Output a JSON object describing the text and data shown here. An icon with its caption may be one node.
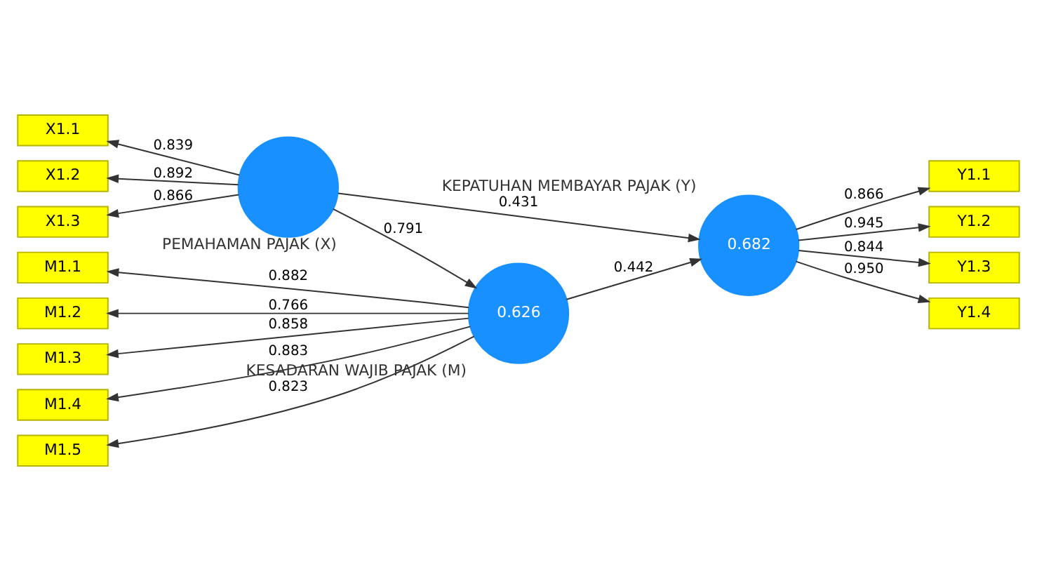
{
  "diagram": {
    "nodes": [
      {
        "text": [
          "X1.1"
        ]
      },
      {
        "text": [
          "X1.2"
        ]
      },
      {
        "text": [
          "X1.3"
        ]
      },
      {
        "text": [],
        "shape": "circle",
        "beside": [
          "PEMAHAMAN PAJAK (X)"
        ]
      },
      {
        "text": [
          "0.682"
        ],
        "beside": [
          "KEPATUHAN MEMBAYAR PAJAK (Y)"
        ]
      },
      {
        "text": [
          "Y1.1"
        ]
      },
      {
        "text": [
          "Y1.2"
        ]
      },
      {
        "text": [
          "Y1.3"
        ]
      },
      {
        "text": [
          "Y1.4"
        ]
      },
      {
        "text": [
          "M1.1"
        ]
      },
      {
        "text": [
          "M1.2"
        ]
      },
      {
        "text": [
          "M1.3"
        ]
      },
      {
        "text": [
          "M1.4"
        ]
      },
      {
        "text": [
          "M1.5"
        ]
      },
      {
        "text": [
          "0.626"
        ],
        "beside": [
          "KESADARAN WAJIB PAJAK (M)"
        ]
      }
    ],
    "edges": [
      {
        "from": 3,
        "to": 0,
        "arrow": "to",
        "label": "0.839"
      },
      {
        "from": 3,
        "to": 1,
        "arrow": "to",
        "label": "0.892"
      },
      {
        "from": 3,
        "to": 2,
        "arrow": "to",
        "label": "0.866"
      },
      {
        "from": 3,
        "to": 4,
        "arrow": "to",
        "label": "0.431"
      },
      {
        "from": 3,
        "to": 14,
        "arrow": "to",
        "label": "0.791"
      },
      {
        "from": 14,
        "to": 4,
        "arrow": "to",
        "label": "0.442"
      },
      {
        "from": 4,
        "to": 5,
        "arrow": "to",
        "label": "0.866"
      },
      {
        "from": 4,
        "to": 6,
        "arrow": "to",
        "label": "0.945"
      },
      {
        "from": 4,
        "to": 7,
        "arrow": "to",
        "label": "0.844"
      },
      {
        "from": 4,
        "to": 8,
        "arrow": "to",
        "label": "0.950"
      },
      {
        "from": 14,
        "to": 9,
        "arrow": "to",
        "label": "0.882"
      },
      {
        "from": 14,
        "to": 10,
        "arrow": "to",
        "label": "0.766"
      },
      {
        "from": 14,
        "to": 11,
        "arrow": "to",
        "label": "0.858"
      },
      {
        "from": 14,
        "to": 12,
        "arrow": "to",
        "label": "0.883"
      },
      {
        "from": 14,
        "to": 13,
        "arrow": "to",
        "label": "0.823"
      }
    ]
  }
}
